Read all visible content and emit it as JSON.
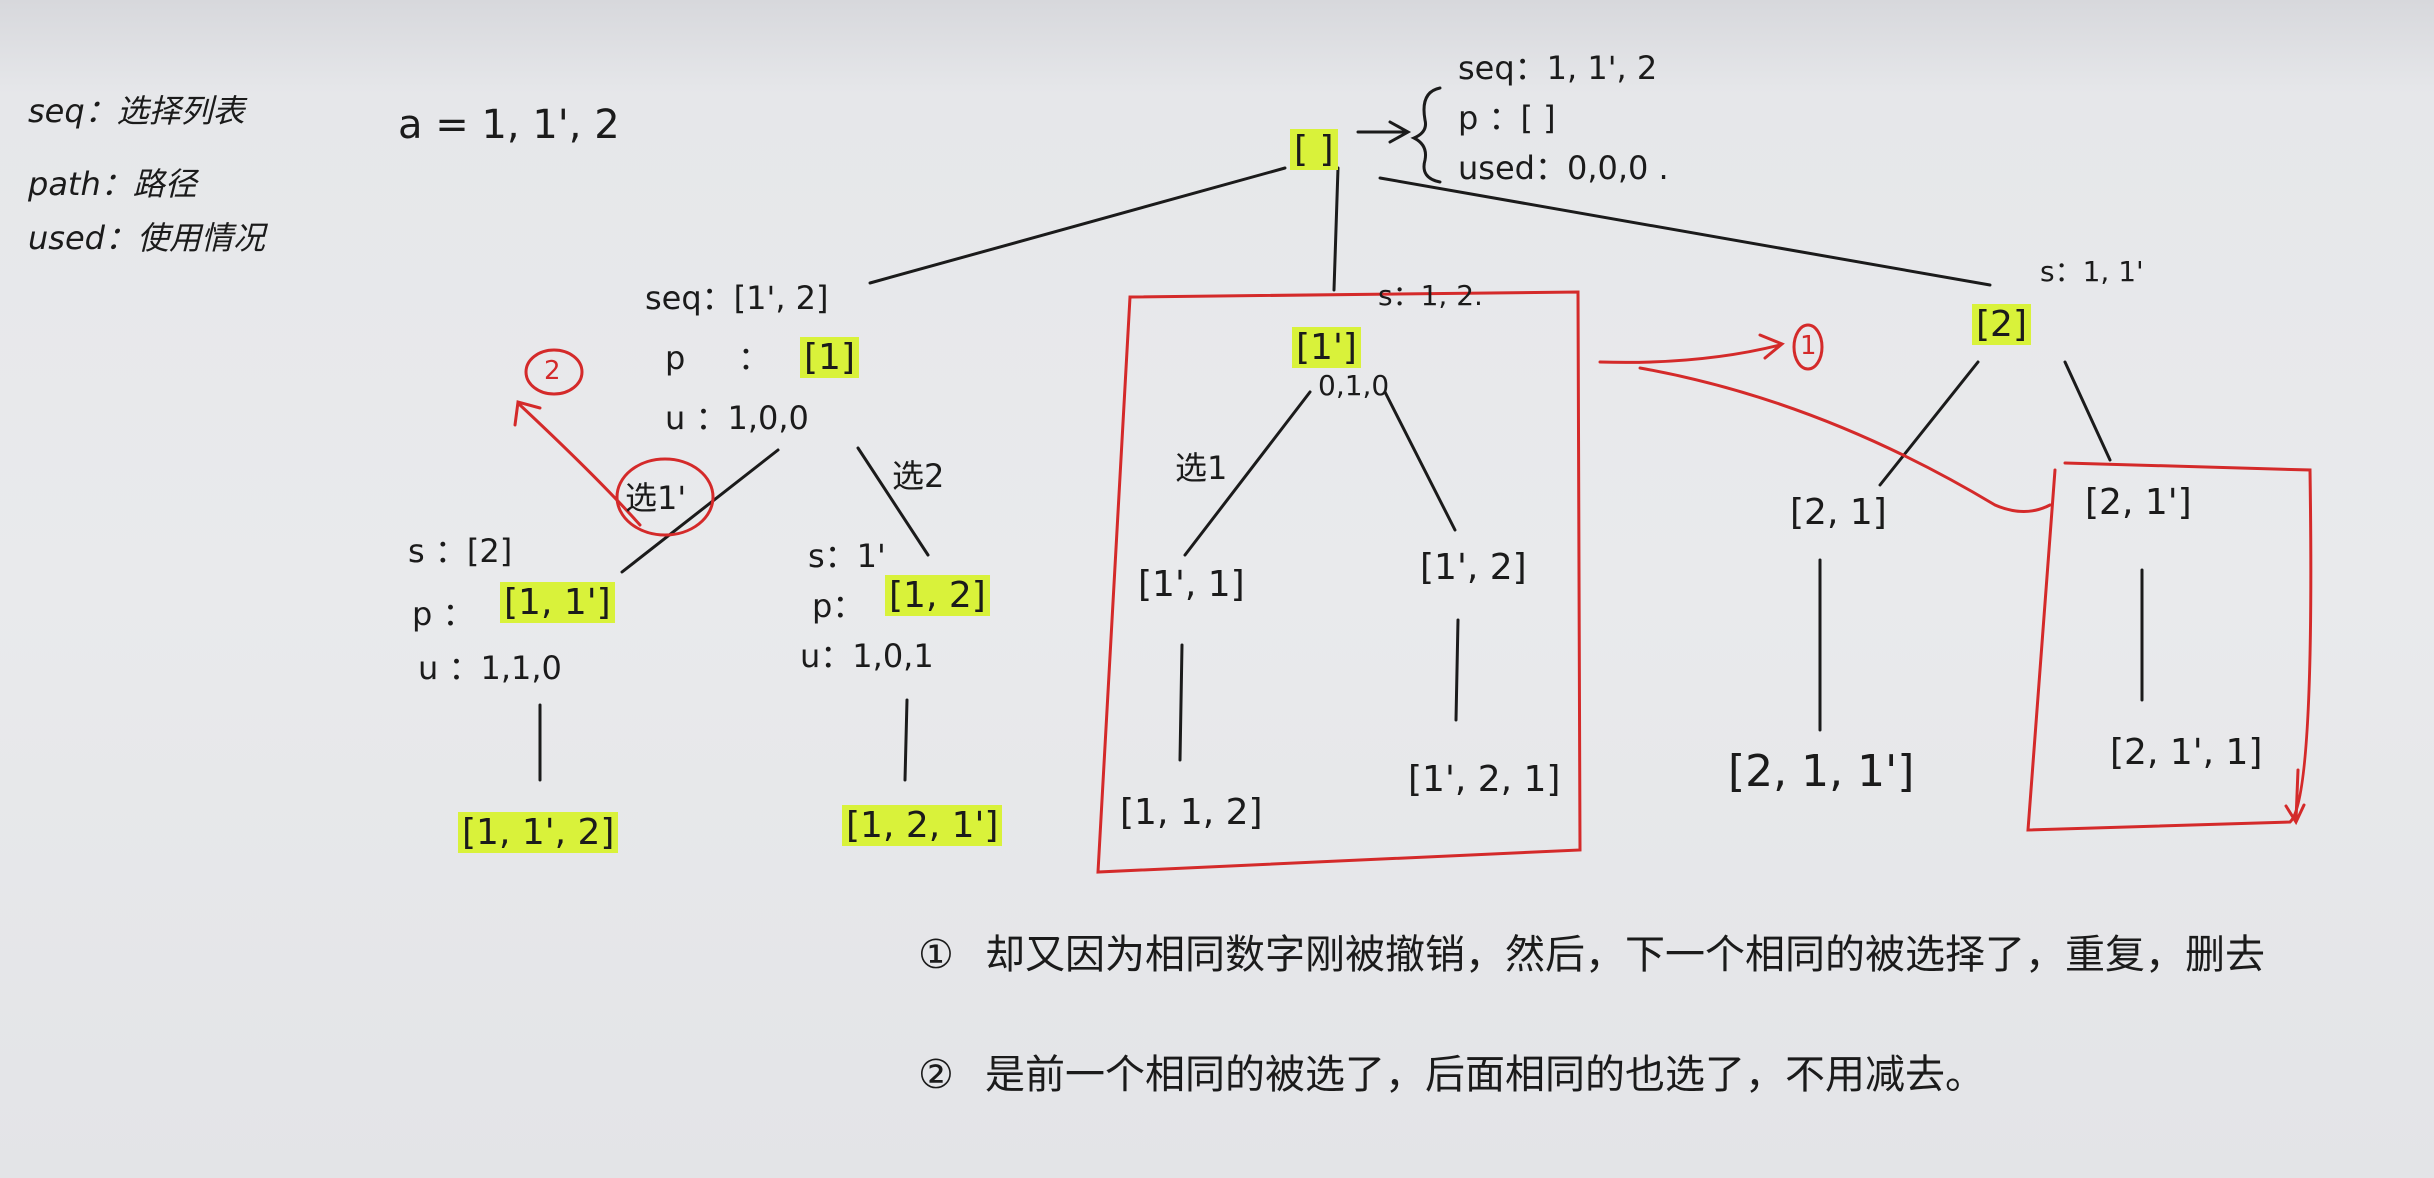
{
  "legend": {
    "seq": "seq：选择列表",
    "path": "path：路径",
    "used": "used：使用情况"
  },
  "input": "a = 1, 1', 2",
  "root": {
    "node": "[ ]",
    "seq": "seq：1, 1', 2",
    "p": "p ：[ ]",
    "used": "used：0,0,0 ."
  },
  "n1": {
    "seq": "seq：[1', 2]",
    "p_key": "p",
    "p_sep": "：",
    "node": "[1]",
    "u": "u ：1,0,0"
  },
  "n2": {
    "s": "s：1, 2.",
    "node": "[1']",
    "u": "0,1,0"
  },
  "n3": {
    "s": "s：1, 1'",
    "node": "[2]"
  },
  "edges": {
    "pick1p": "选1'",
    "pick2": "选2",
    "pick1": "选1"
  },
  "l1": {
    "s": "s ：[2]",
    "p_key": "p ：",
    "node": "[1, 1']",
    "u": "u ：1,1,0",
    "leaf": "[1, 1', 2]"
  },
  "l2": {
    "s": "s：1'",
    "p_key": "p：",
    "node": "[1, 2]",
    "u": "u：1,0,1",
    "leaf": "[1, 2, 1']"
  },
  "l3": {
    "node": "[1', 1]",
    "leaf": "[1, 1, 2]"
  },
  "l4": {
    "node": "[1', 2]",
    "leaf": "[1', 2, 1]"
  },
  "l5": {
    "node": "[2, 1]",
    "leaf": "[2, 1, 1']"
  },
  "l6": {
    "node": "[2, 1']",
    "leaf": "[2, 1', 1]"
  },
  "marks": {
    "m1": "1",
    "m2": "2"
  },
  "notes": {
    "n1_num": "①",
    "n1": "却又因为相同数字刚被撤销，然后，下一个相同的被选择了，重复，删去",
    "n2_num": "②",
    "n2": "是前一个相同的被选了，后面相同的也选了，不用减去。"
  },
  "colors": {
    "highlight": "#d9f23a",
    "red": "#d42a2a",
    "ink": "#1b1b1b"
  }
}
